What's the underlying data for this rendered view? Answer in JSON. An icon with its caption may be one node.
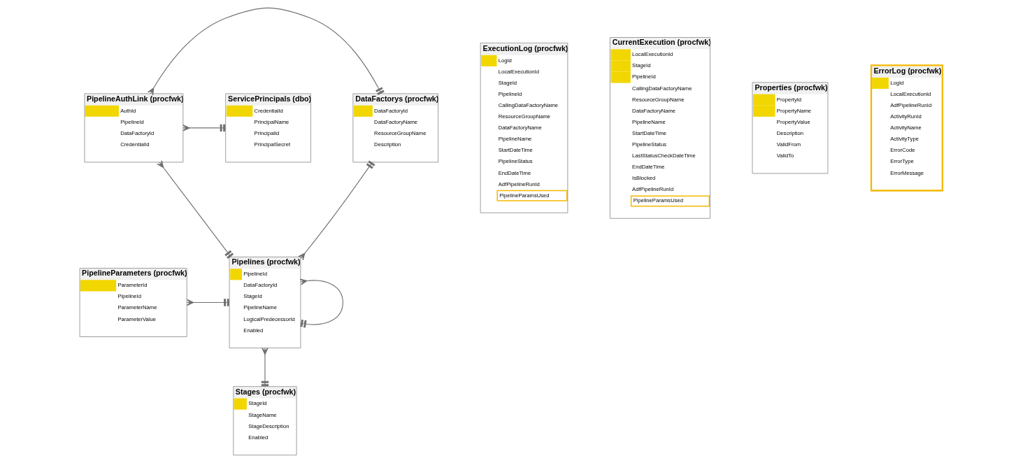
{
  "diagram": {
    "nodes": [
      {
        "text": [
          "DataFactorys (procfwk)",
          "DataFactoryId",
          "DataFactoryName",
          "ResourceGroupName",
          "Description"
        ]
      },
      {
        "text": [
          "PipelineAuthLink (procfwk)",
          "AuthId",
          "PipelineId",
          "DataFactoryId",
          "CredentialId"
        ]
      },
      {
        "text": [
          "ServicePrincipals (dbo)",
          "CredentialId",
          "PrincipalName",
          "PrincipalId",
          "PrincipalSecret"
        ]
      },
      {
        "text": [
          "ExecutionLog (procfwk)",
          "LogId",
          "LocalExecutionId",
          "StageId",
          "PipelineId",
          "CallingDataFactoryName",
          "ResourceGroupName",
          "DataFactoryName",
          "PipelineName",
          "StartDateTime",
          "PipelineStatus",
          "EndDateTime",
          "AdfPipelineRunId",
          "PipelineParamsUsed"
        ]
      },
      {
        "text": [
          "CurrentExecution (procfwk)",
          "LocalExecutionId",
          "StageId",
          "PipelineId",
          "CallingDataFactoryName",
          "ResourceGroupName",
          "DataFactoryName",
          "PipelineName",
          "StartDateTime",
          "PipelineStatus",
          "LastStatusCheckDateTime",
          "EndDateTime",
          "IsBlocked",
          "AdfPipelineRunId",
          "PipelineParamsUsed"
        ]
      },
      {
        "text": [
          "Pipelines (procfwk)",
          "PipelineId",
          "DataFactoryId",
          "StageId",
          "PipelineName",
          "LogicalPredecessorId",
          "Enabled"
        ]
      },
      {
        "text": [
          "PipelineParameters (procfwk)",
          "ParameterId",
          "PipelineId",
          "ParameterName",
          "ParameterValue"
        ]
      },
      {
        "text": [
          "Properties (procfwk)",
          "PropertyId",
          "PropertyName",
          "PropertyValue",
          "Description",
          "ValidFrom",
          "ValidTo"
        ]
      },
      {
        "text": [
          "ErrorLog (procfwk)",
          "LogId",
          "LocalExecutionId",
          "AdfPipelineRunId",
          "ActivityRunId",
          "ActivityName",
          "ActivityType",
          "ErrorCode",
          "ErrorType",
          "ErrorMessage"
        ]
      },
      {
        "text": [
          "Stages (procfwk)",
          "StageId",
          "StageName",
          "StageDescription",
          "Enabled"
        ]
      }
    ],
    "edges": [
      {
        "from": 1,
        "to": 0,
        "arrow": "other"
      },
      {
        "from": 1,
        "to": 2,
        "arrow": "other"
      },
      {
        "from": 5,
        "to": 0,
        "arrow": "other"
      },
      {
        "from": 1,
        "to": 5,
        "arrow": "other"
      },
      {
        "from": 5,
        "to": 5,
        "arrow": "other"
      },
      {
        "from": 6,
        "to": 5,
        "arrow": "other"
      },
      {
        "from": 5,
        "to": 9,
        "arrow": "other"
      }
    ]
  }
}
